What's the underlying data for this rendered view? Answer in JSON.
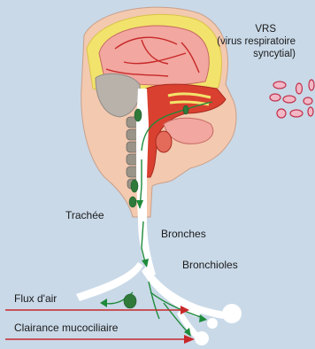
{
  "virus": {
    "title": "VRS",
    "subtitle_line1": "(virus respiratoire",
    "subtitle_line2": "syncytial)"
  },
  "labels": {
    "trachea": "Trachée",
    "bronchi": "Bronches",
    "bronchioles": "Bronchioles",
    "airflow": "Flux d'air",
    "mucociliary": "Clairance mucociliaire"
  },
  "colors": {
    "background": "#c9d9e8",
    "airway": "#ffffff",
    "arrow_red": "#c8282a",
    "path_green": "#1e8a3a",
    "skin": "#f3c9b0",
    "brain": "#f2a7a0",
    "skull": "#f2e36c",
    "mucosa": "#d9402f",
    "virus_outline": "#c0304a",
    "virus_fill": "#f2b8c6"
  }
}
